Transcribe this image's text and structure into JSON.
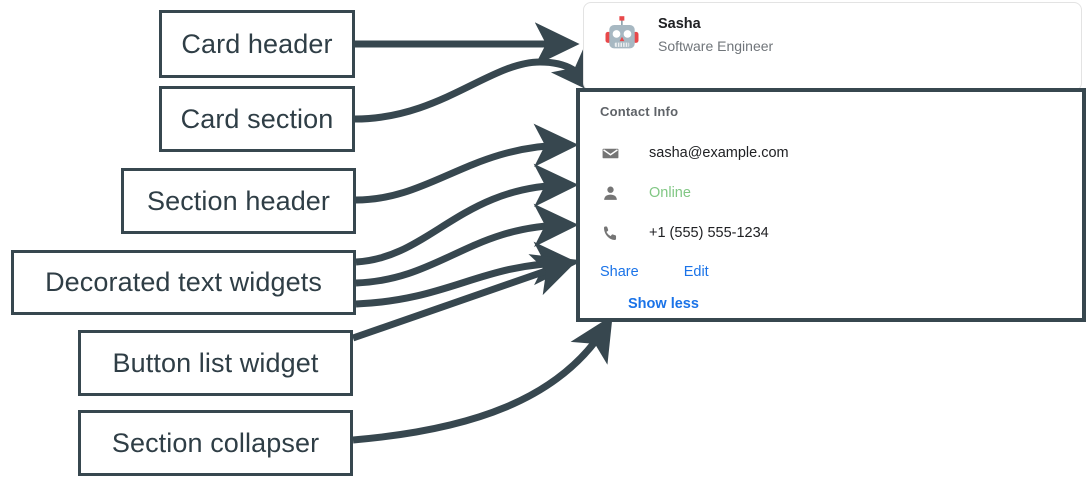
{
  "annotations": [
    {
      "id": "card-header",
      "label": "Card header"
    },
    {
      "id": "card-section",
      "label": "Card section"
    },
    {
      "id": "section-header",
      "label": "Section header"
    },
    {
      "id": "decorated-text",
      "label": "Decorated text widgets"
    },
    {
      "id": "button-list",
      "label": "Button list widget"
    },
    {
      "id": "section-collapser",
      "label": "Section collapser"
    }
  ],
  "card": {
    "header": {
      "avatar_icon": "robot-avatar-icon",
      "title": "Sasha",
      "subtitle": "Software Engineer"
    },
    "section": {
      "header": "Contact Info",
      "rows": [
        {
          "icon": "email-icon",
          "text": "sasha@example.com",
          "status": ""
        },
        {
          "icon": "person-icon",
          "text": "Online",
          "status": "online"
        },
        {
          "icon": "phone-icon",
          "text": "+1 (555) 555-1234",
          "status": ""
        }
      ],
      "buttons": [
        {
          "label": "Share"
        },
        {
          "label": "Edit"
        }
      ],
      "collapser": {
        "label": "Show less"
      }
    }
  },
  "colors": {
    "annotation_border": "#37474f",
    "annotation_text": "#2f3e46",
    "arrow": "#37474f",
    "link_blue": "#1a73e8",
    "status_green": "#81c784",
    "icon_gray": "#757575",
    "card_border": "#e3e3e3",
    "title_text": "#202124",
    "subtitle_text": "#70757a",
    "section_header_text": "#5f6368"
  }
}
